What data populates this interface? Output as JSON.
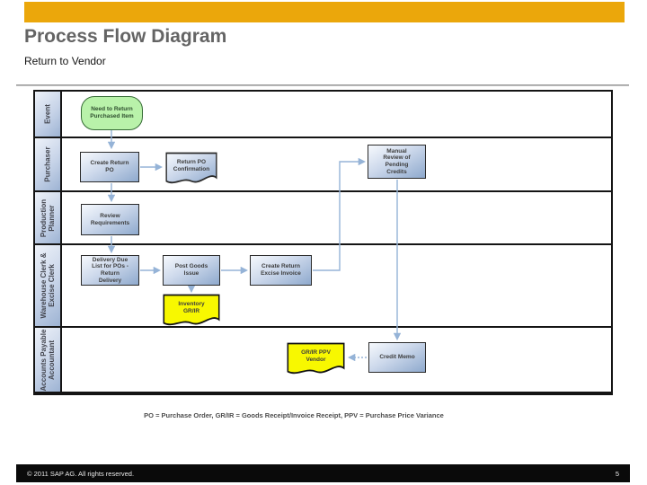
{
  "slide": {
    "title": "Process Flow Diagram",
    "subtitle": "Return to Vendor",
    "footnote": "PO = Purchase Order, GR/IR = Goods Receipt/Invoice Receipt, PPV = Purchase Price Variance",
    "footer": {
      "copyright": "© 2011 SAP AG. All rights reserved.",
      "page_number": "5"
    },
    "colors": {
      "accent": "#EBA70B",
      "arrow": "#95B3D7",
      "event_fill": "#B9F2AA",
      "doc_highlight_fill": "#F8F800",
      "process_fill_dark": "#8EA9CD"
    }
  },
  "diagram": {
    "lanes": [
      {
        "label": "Event"
      },
      {
        "label": "Purchaser"
      },
      {
        "label": "Production\nPlanner"
      },
      {
        "label": "Warehouse Clerk &\nExcise Clerk"
      },
      {
        "label": "Accounts Payable\nAccountant"
      }
    ],
    "nodes": {
      "need_return": {
        "label": "Need to Return\nPurchased Item",
        "type": "event"
      },
      "create_return_po": {
        "label": "Create Return\nPO",
        "type": "process"
      },
      "return_po_confirmation": {
        "label": "Return PO\nConfirmation",
        "type": "document"
      },
      "manual_review": {
        "label": "Manual\nReview of\nPending\nCredits",
        "type": "process"
      },
      "review_requirements": {
        "label": "Review\nRequirements",
        "type": "process"
      },
      "delivery_due_list": {
        "label": "Delivery Due\nList for POs -\nReturn\nDelivery",
        "type": "process"
      },
      "post_goods_issue": {
        "label": "Post Goods\nIssue",
        "type": "process"
      },
      "create_return_excise": {
        "label": "Create Return\nExcise Invoice",
        "type": "process"
      },
      "inventory_grir": {
        "label": "Inventory\nGR/IR",
        "type": "document-highlight"
      },
      "grir_ppv_vendor": {
        "label": "GR/IR PPV\nVendor",
        "type": "document-highlight"
      },
      "credit_memo": {
        "label": "Credit Memo",
        "type": "process"
      }
    }
  }
}
